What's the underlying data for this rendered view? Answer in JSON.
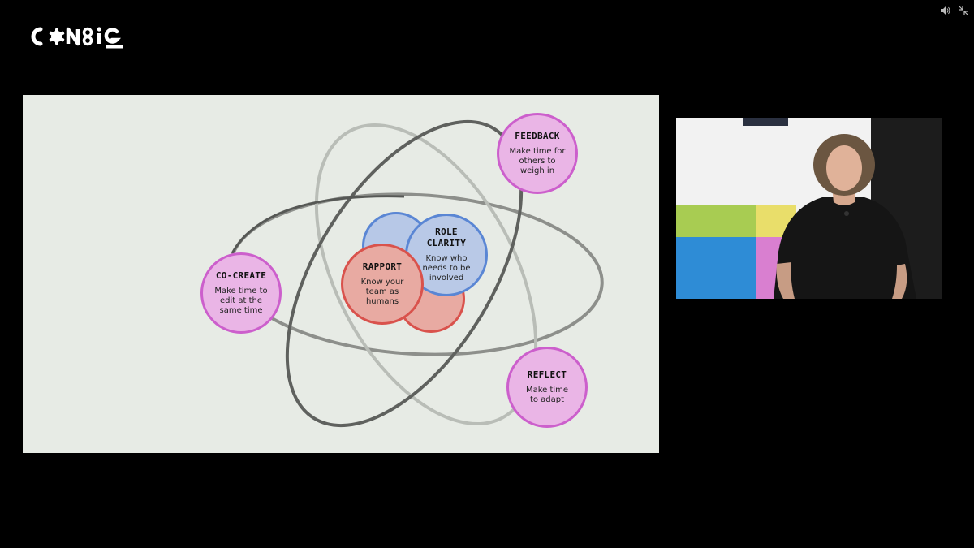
{
  "app": {
    "logo_icon": "config-wordmark-logo",
    "controls": {
      "volume_icon": "speaker-icon",
      "exit_icon": "exit-fullscreen-icon"
    }
  },
  "slide": {
    "nodes": {
      "feedback": {
        "title": "FEEDBACK",
        "desc_lines": [
          "Make time for",
          "others to",
          "weigh in"
        ]
      },
      "cocreate": {
        "title": "CO-CREATE",
        "desc_lines": [
          "Make time to",
          "edit at the",
          "same time"
        ]
      },
      "reflect": {
        "title": "REFLECT",
        "desc_lines": [
          "Make time",
          "to adapt"
        ]
      },
      "role": {
        "title_lines": [
          "ROLE",
          "CLARITY"
        ],
        "desc_lines": [
          "Know who",
          "needs to be",
          "involved"
        ]
      },
      "rapport": {
        "title": "RAPPORT",
        "desc_lines": [
          "Know your",
          "team as",
          "humans"
        ]
      }
    },
    "colors": {
      "background": "#e7ebe5",
      "pink_fill": "#eab5e6",
      "pink_stroke": "#cc5fcc",
      "blue_fill": "#b9c9e7",
      "blue_stroke": "#5a86d4",
      "red_fill": "#e8aaa2",
      "red_stroke": "#d9524c"
    }
  },
  "video": {
    "subject": "presenter-webcam-feed"
  }
}
